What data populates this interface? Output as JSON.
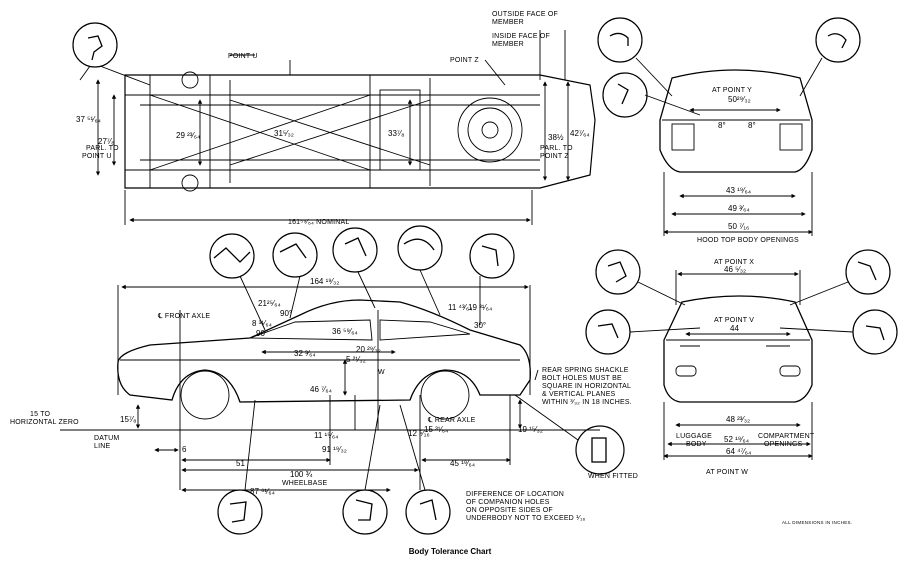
{
  "caption": "Body Tolerance Chart",
  "units_note": "ALL DIMENSIONS IN INCHES.",
  "plan_view": {
    "point_u": "POINT U",
    "point_z": "POINT Z",
    "outside_face": [
      "OUTSIDE FACE OF",
      "MEMBER"
    ],
    "inside_face": [
      "INSIDE FACE OF",
      "MEMBER"
    ],
    "parl_u": [
      "PARL. TO",
      "POINT U"
    ],
    "parl_z": [
      "PARL. TO",
      "POINT Z"
    ],
    "dims": {
      "d37": "37 ⁵¹⁄₆₄",
      "d27": "27⁷⁄₈",
      "d29": "29 ²³⁄₆₄",
      "d31": "31⁵⁄₃₂",
      "d33": "33⁷⁄₈",
      "d38": "38½",
      "d42": "42⁷⁄₆₄",
      "nominal": "161⁵⁹⁄₆₄ NOMINAL"
    }
  },
  "front_view": {
    "at_point_y": "AT POINT Y",
    "d50": "50²⁹⁄₃₂",
    "angle_left": "8°",
    "angle_right": "8°",
    "d43": "43 ¹⁹⁄₆₄",
    "d49": "49 ³⁄₆₄",
    "d50b": "50 ⁷⁄₁₆",
    "title": "HOOD TOP BODY OPENINGS"
  },
  "side_view": {
    "front_axle": "℄ FRONT AXLE",
    "rear_axle": "℄ REAR AXLE",
    "d164": "164 ¹⁹⁄₃₂",
    "d21": "21²⁵⁄₆₄",
    "a90a": "90°",
    "d8": "8 ³¹⁄₆₄",
    "a90b": "90°",
    "d36": "36 ⁵⁹⁄₆₄",
    "d32": "32 ³⁄₆₄",
    "d5": "5 ²¹⁄₃₂",
    "d20": "20 ²⁹⁄₃₂",
    "d11": "11 ⁴³⁄₆₄",
    "d19a": "19 ³¹⁄₆₄",
    "a30": "30°",
    "w": "W",
    "d46": "46 ⁷⁄₆₄",
    "d15": "15 ³¹⁄₆₄",
    "d12": "12 ⁵⁄₁₆",
    "d11b": "11 ¹⁵⁄₆₄",
    "d91": "91 ¹⁹⁄₃₂",
    "d15b": "15⁷⁄₈",
    "d19b": "19 ¹⁵⁄₃₂",
    "d6": "6",
    "d51": "51",
    "d45": "45 ¹⁹⁄₆₄",
    "d100": "100 ¾",
    "wheelbase": "WHEELBASE",
    "d87": "87 ⁶¹⁄₆₄",
    "zero_note": [
      "15 TO",
      "HORIZONTAL ZERO"
    ],
    "datum": [
      "DATUM",
      "LINE"
    ],
    "shackle_note": [
      "REAR SPRING SHACKLE",
      "BOLT HOLES MUST BE",
      "SQUARE IN HORIZONTAL",
      "& VERTICAL PLANES",
      "WITHIN ³⁄₃₂ IN 18 INCHES."
    ],
    "when_fitted": "WHEN FITTED",
    "difference_note": [
      "DIFFERENCE OF LOCATION",
      "OF COMPANION HOLES",
      "ON OPPOSITE SIDES OF",
      "UNDERBODY NOT TO EXCEED ¹⁄₁₆"
    ]
  },
  "rear_view": {
    "at_point_x": "AT POINT X",
    "d46": "46 ⁵⁄₃₂",
    "at_point_v": "AT POINT V",
    "d44": "44",
    "d48": "48 ²³⁄₃₂",
    "luggage": [
      "LUGGAGE",
      "COMPARTMENT"
    ],
    "d52": "52 ¹⁹⁄₆₄",
    "body": [
      "BODY",
      "OPENINGS"
    ],
    "d64": "64 ⁴⁷⁄₆₄",
    "at_point_w": "AT POINT W"
  }
}
